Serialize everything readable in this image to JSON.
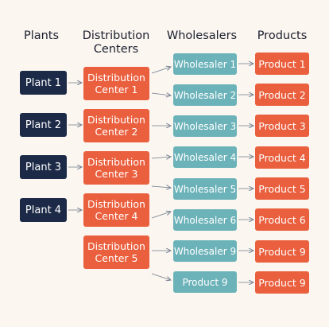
{
  "headers": {
    "plants": "Plants",
    "distribution_centers": "Distribution\nCenters",
    "wholesalers": "Wholesalers",
    "products": "Products"
  },
  "plants": [
    "Plant 1",
    "Plant 2",
    "Plant 3",
    "Plant 4"
  ],
  "distribution_centers": [
    "Distribution\nCenter 1",
    "Distribution\nCenter 2",
    "Distribution\nCenter 3",
    "Distribution\nCenter 4",
    "Distribution\nCenter 5"
  ],
  "wholesalers": [
    "Wholesaler 1",
    "Wholesaler 2",
    "Wholesaler 3",
    "Wholesaler 4",
    "Wholesaler 5",
    "Wholesaler 6",
    "Wholesaler 9",
    "Product 9"
  ],
  "products": [
    "Product 1",
    "Product 2",
    "Product 3",
    "Product 4",
    "Product 5",
    "Product 6",
    "Product 9",
    "Product 9"
  ],
  "colors": {
    "plant": "#1c2a47",
    "distribution_center": "#ea5f3d",
    "wholesaler": "#6cb3b9",
    "product": "#ea5f3d",
    "background": "#fbf6f0"
  }
}
